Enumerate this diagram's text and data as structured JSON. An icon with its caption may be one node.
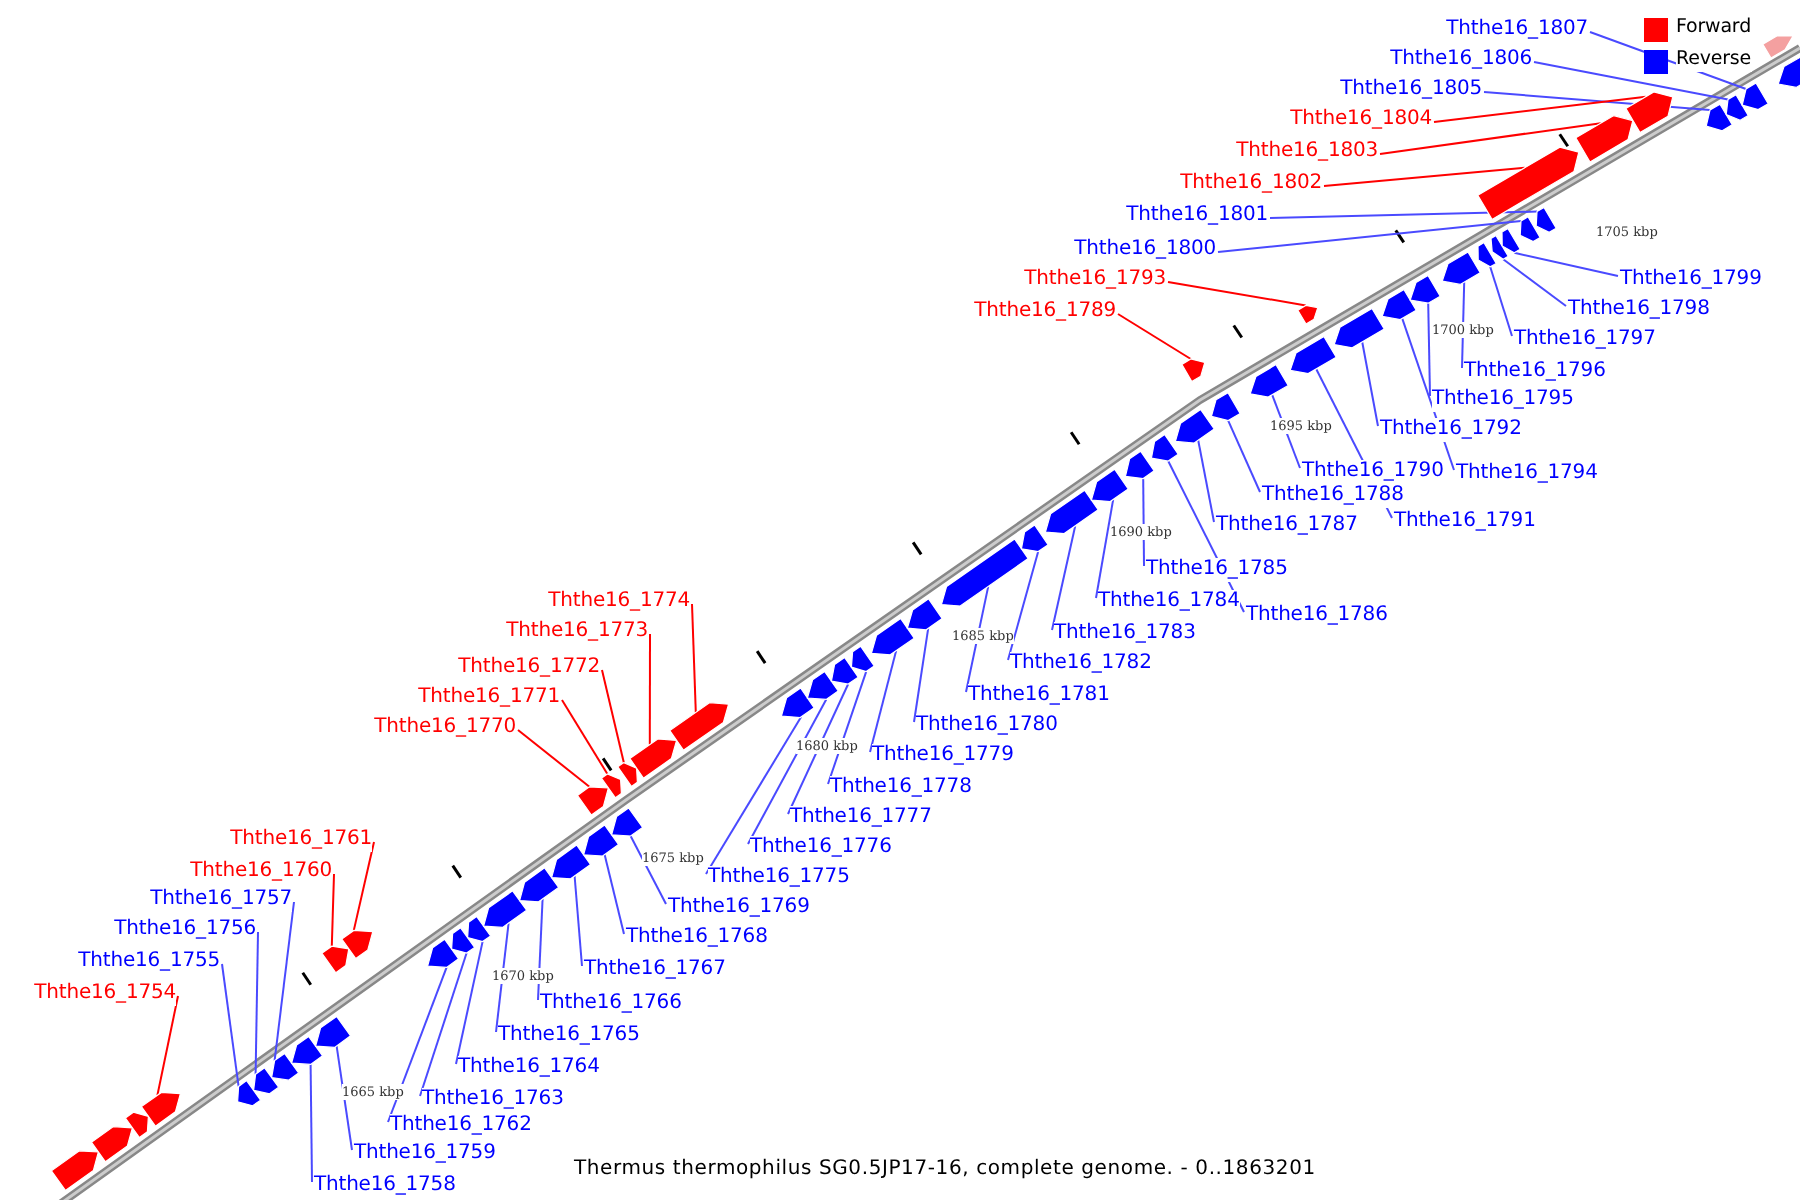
{
  "diagram": {
    "caption": "Thermus thermophilus SG0.5JP17-16, complete genome. - 0..1863201",
    "nodes": [
      {
        "text": [
          "Ththe16_1754"
        ]
      },
      {
        "text": [
          "Ththe16_1755"
        ]
      },
      {
        "text": [
          "Ththe16_1756"
        ]
      },
      {
        "text": [
          "Ththe16_1757"
        ]
      },
      {
        "text": [
          "Ththe16_1758"
        ]
      },
      {
        "text": [
          "Ththe16_1759"
        ]
      },
      {
        "text": [
          "Ththe16_1760"
        ]
      },
      {
        "text": [
          "Ththe16_1761"
        ]
      },
      {
        "text": [
          "Ththe16_1762"
        ]
      },
      {
        "text": [
          "Ththe16_1763"
        ]
      },
      {
        "text": [
          "Ththe16_1764"
        ]
      },
      {
        "text": [
          "Ththe16_1765"
        ]
      },
      {
        "text": [
          "Ththe16_1766"
        ]
      },
      {
        "text": [
          "Ththe16_1767"
        ]
      },
      {
        "text": [
          "Ththe16_1768"
        ]
      },
      {
        "text": [
          "Ththe16_1769"
        ]
      },
      {
        "text": [
          "Ththe16_1770"
        ]
      },
      {
        "text": [
          "Ththe16_1771"
        ]
      },
      {
        "text": [
          "Ththe16_1772"
        ]
      },
      {
        "text": [
          "Ththe16_1773"
        ]
      },
      {
        "text": [
          "Ththe16_1774"
        ]
      },
      {
        "text": [
          "Ththe16_1775"
        ]
      },
      {
        "text": [
          "Ththe16_1776"
        ]
      },
      {
        "text": [
          "Ththe16_1777"
        ]
      },
      {
        "text": [
          "Ththe16_1778"
        ]
      },
      {
        "text": [
          "Ththe16_1779"
        ]
      },
      {
        "text": [
          "Ththe16_1780"
        ]
      },
      {
        "text": [
          "Ththe16_1781"
        ]
      },
      {
        "text": [
          "Ththe16_1782"
        ]
      },
      {
        "text": [
          "Ththe16_1783"
        ]
      },
      {
        "text": [
          "Ththe16_1784"
        ]
      },
      {
        "text": [
          "Ththe16_1785"
        ]
      },
      {
        "text": [
          "Ththe16_1786"
        ]
      },
      {
        "text": [
          "Ththe16_1787"
        ]
      },
      {
        "text": [
          "Ththe16_1788"
        ]
      },
      {
        "text": [
          "Ththe16_1789"
        ]
      },
      {
        "text": [
          "Ththe16_1790"
        ]
      },
      {
        "text": [
          "Ththe16_1791"
        ]
      },
      {
        "text": [
          "Ththe16_1792"
        ]
      },
      {
        "text": [
          "Ththe16_1793"
        ]
      },
      {
        "text": [
          "Ththe16_1794"
        ]
      },
      {
        "text": [
          "Ththe16_1795"
        ]
      },
      {
        "text": [
          "Ththe16_1796"
        ]
      },
      {
        "text": [
          "Ththe16_1797"
        ]
      },
      {
        "text": [
          "Ththe16_1798"
        ]
      },
      {
        "text": [
          "Ththe16_1799"
        ]
      },
      {
        "text": [
          "Ththe16_1800"
        ]
      },
      {
        "text": [
          "Ththe16_1801"
        ]
      },
      {
        "text": [
          "Ththe16_1802"
        ]
      },
      {
        "text": [
          "Ththe16_1803"
        ]
      },
      {
        "text": [
          "Ththe16_1804"
        ]
      },
      {
        "text": [
          "Ththe16_1805"
        ]
      },
      {
        "text": [
          "Ththe16_1806"
        ]
      },
      {
        "text": [
          "Ththe16_1807"
        ]
      },
      {
        "text": [],
        "shape": "arrow"
      },
      {
        "text": [],
        "shape": "arrow"
      },
      {
        "text": [],
        "shape": "arrow"
      },
      {
        "text": [],
        "shape": "arrow"
      },
      {
        "text": [],
        "shape": "arrow"
      },
      {
        "text": [],
        "shape": "arrow"
      },
      {
        "text": [],
        "shape": "arrow"
      },
      {
        "text": [],
        "shape": "arrow"
      },
      {
        "text": [],
        "shape": "arrow"
      },
      {
        "text": [],
        "shape": "arrow"
      },
      {
        "text": [],
        "shape": "arrow"
      },
      {
        "text": [],
        "shape": "arrow"
      },
      {
        "text": [],
        "shape": "arrow"
      },
      {
        "text": [],
        "shape": "arrow"
      },
      {
        "text": [],
        "shape": "arrow"
      },
      {
        "text": [],
        "shape": "arrow"
      },
      {
        "text": [],
        "shape": "arrow"
      },
      {
        "text": [],
        "shape": "arrow"
      },
      {
        "text": [],
        "shape": "arrow"
      },
      {
        "text": [],
        "shape": "arrow"
      },
      {
        "text": [],
        "shape": "arrow"
      },
      {
        "text": [],
        "shape": "arrow"
      },
      {
        "text": [],
        "shape": "arrow"
      },
      {
        "text": [],
        "shape": "arrow"
      },
      {
        "text": [],
        "shape": "arrow"
      },
      {
        "text": [],
        "shape": "arrow"
      },
      {
        "text": [],
        "shape": "arrow"
      },
      {
        "text": [],
        "shape": "arrow"
      },
      {
        "text": [],
        "shape": "arrow"
      },
      {
        "text": [],
        "shape": "arrow"
      },
      {
        "text": [],
        "shape": "arrow"
      },
      {
        "text": [],
        "shape": "arrow"
      },
      {
        "text": [],
        "shape": "arrow"
      },
      {
        "text": [],
        "shape": "arrow"
      },
      {
        "text": [],
        "shape": "arrow"
      },
      {
        "text": [],
        "shape": "arrow"
      },
      {
        "text": [],
        "shape": "arrow"
      },
      {
        "text": [],
        "shape": "arrow"
      },
      {
        "text": [],
        "shape": "arrow"
      },
      {
        "text": [],
        "shape": "arrow"
      },
      {
        "text": [],
        "shape": "arrow"
      },
      {
        "text": [],
        "shape": "arrow"
      },
      {
        "text": [],
        "shape": "arrow"
      },
      {
        "text": [],
        "shape": "arrow"
      },
      {
        "text": [],
        "shape": "arrow"
      },
      {
        "text": [],
        "shape": "arrow"
      },
      {
        "text": [],
        "shape": "arrow"
      },
      {
        "text": [],
        "shape": "arrow"
      },
      {
        "text": [],
        "shape": "arrow"
      },
      {
        "text": [],
        "shape": "arrow"
      },
      {
        "text": [],
        "shape": "arrow"
      },
      {
        "text": [],
        "shape": "arrow"
      },
      {
        "text": [],
        "shape": "arrow"
      },
      {
        "text": [],
        "shape": "arrow"
      },
      {
        "text": [],
        "shape": "arrow"
      },
      {
        "text": [],
        "shape": "arrow"
      },
      {
        "text": [],
        "shape": "arrow"
      },
      {
        "text": [],
        "shape": "arrow"
      },
      {
        "text": [],
        "shape": "arrow"
      }
    ],
    "edges": [
      {
        "from": 0,
        "to": 54,
        "arrow": "none",
        "color": "#ff0000"
      },
      {
        "from": 1,
        "to": 55,
        "arrow": "none"
      },
      {
        "from": 2,
        "to": 56,
        "arrow": "none"
      },
      {
        "from": 3,
        "to": 57,
        "arrow": "none"
      },
      {
        "from": 4,
        "to": 58,
        "arrow": "none"
      },
      {
        "from": 5,
        "to": 59,
        "arrow": "none"
      },
      {
        "from": 6,
        "to": 60,
        "arrow": "none",
        "color": "#ff0000"
      },
      {
        "from": 7,
        "to": 61,
        "arrow": "none",
        "color": "#ff0000"
      },
      {
        "from": 8,
        "to": 62,
        "arrow": "none"
      },
      {
        "from": 9,
        "to": 63,
        "arrow": "none"
      },
      {
        "from": 10,
        "to": 64,
        "arrow": "none"
      },
      {
        "from": 11,
        "to": 65,
        "arrow": "none"
      },
      {
        "from": 12,
        "to": 66,
        "arrow": "none"
      },
      {
        "from": 13,
        "to": 67,
        "arrow": "none"
      },
      {
        "from": 14,
        "to": 68,
        "arrow": "none"
      },
      {
        "from": 15,
        "to": 69,
        "arrow": "none"
      },
      {
        "from": 16,
        "to": 70,
        "arrow": "none",
        "color": "#ff0000"
      },
      {
        "from": 17,
        "to": 71,
        "arrow": "none",
        "color": "#ff0000"
      },
      {
        "from": 18,
        "to": 72,
        "arrow": "none",
        "color": "#ff0000"
      },
      {
        "from": 19,
        "to": 73,
        "arrow": "none",
        "color": "#ff0000"
      },
      {
        "from": 20,
        "to": 74,
        "arrow": "none",
        "color": "#ff0000"
      },
      {
        "from": 21,
        "to": 75,
        "arrow": "none"
      },
      {
        "from": 22,
        "to": 76,
        "arrow": "none"
      },
      {
        "from": 23,
        "to": 77,
        "arrow": "none"
      },
      {
        "from": 24,
        "to": 78,
        "arrow": "none"
      },
      {
        "from": 25,
        "to": 79,
        "arrow": "none"
      },
      {
        "from": 26,
        "to": 80,
        "arrow": "none"
      },
      {
        "from": 27,
        "to": 81,
        "arrow": "none"
      },
      {
        "from": 28,
        "to": 82,
        "arrow": "none"
      },
      {
        "from": 29,
        "to": 83,
        "arrow": "none"
      },
      {
        "from": 30,
        "to": 84,
        "arrow": "none"
      },
      {
        "from": 31,
        "to": 85,
        "arrow": "none"
      },
      {
        "from": 32,
        "to": 86,
        "arrow": "none"
      },
      {
        "from": 33,
        "to": 87,
        "arrow": "none"
      },
      {
        "from": 34,
        "to": 88,
        "arrow": "none"
      },
      {
        "from": 35,
        "to": 89,
        "arrow": "none",
        "color": "#ff0000"
      },
      {
        "from": 36,
        "to": 90,
        "arrow": "none"
      },
      {
        "from": 37,
        "to": 91,
        "arrow": "none"
      },
      {
        "from": 38,
        "to": 92,
        "arrow": "none"
      },
      {
        "from": 39,
        "to": 93,
        "arrow": "none",
        "color": "#ff0000"
      },
      {
        "from": 40,
        "to": 94,
        "arrow": "none"
      },
      {
        "from": 41,
        "to": 95,
        "arrow": "none"
      },
      {
        "from": 42,
        "to": 96,
        "arrow": "none"
      },
      {
        "from": 43,
        "to": 97,
        "arrow": "none"
      },
      {
        "from": 44,
        "to": 98,
        "arrow": "none"
      },
      {
        "from": 45,
        "to": 99,
        "arrow": "none"
      },
      {
        "from": 46,
        "to": 100,
        "arrow": "none"
      },
      {
        "from": 47,
        "to": 101,
        "arrow": "none"
      },
      {
        "from": 48,
        "to": 102,
        "arrow": "none",
        "color": "#ff0000"
      },
      {
        "from": 49,
        "to": 103,
        "arrow": "none",
        "color": "#ff0000"
      },
      {
        "from": 50,
        "to": 104,
        "arrow": "none",
        "color": "#ff0000"
      },
      {
        "from": 51,
        "to": 105,
        "arrow": "none"
      },
      {
        "from": 52,
        "to": 106,
        "arrow": "none"
      },
      {
        "from": 53,
        "to": 107,
        "arrow": "none"
      }
    ],
    "labels": [
      "1705 kbp",
      "1700 kbp",
      "1695 kbp",
      "1690 kbp",
      "1685 kbp",
      "1680 kbp",
      "1675 kbp",
      "1670 kbp",
      "1665 kbp"
    ],
    "legend": [
      {
        "text": "Forward",
        "color": "#ff0000"
      },
      {
        "text": "Reverse",
        "color": "#0000ff"
      }
    ]
  }
}
